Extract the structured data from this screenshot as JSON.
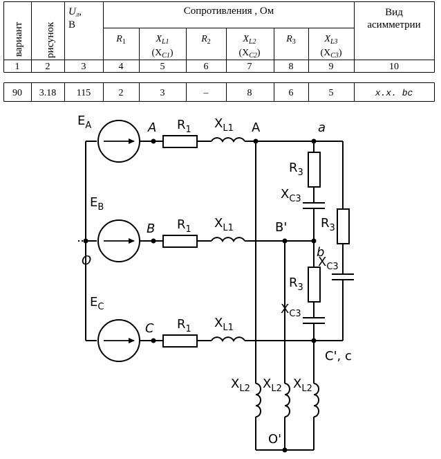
{
  "table": {
    "header": {
      "variant": "вариант",
      "figure": "рисунок",
      "voltage_symbol": "U",
      "voltage_subscript": "л",
      "voltage_comma": ",",
      "voltage_unit": "В",
      "resistances_title": "Сопротивления , Ом",
      "asymmetry_title_line1": "Вид",
      "asymmetry_title_line2": "асимметрии",
      "sub": [
        {
          "main": "R",
          "sub": "1"
        },
        {
          "main": "X",
          "sub": "L1",
          "alt_main": "(X",
          "alt_sub": "C1",
          "alt_close": ")"
        },
        {
          "main": "R",
          "sub": "2"
        },
        {
          "main": "X",
          "sub": "L2",
          "alt_main": "(X",
          "alt_sub": "C2",
          "alt_close": ")"
        },
        {
          "main": "R",
          "sub": "3"
        },
        {
          "main": "X",
          "sub": "L3",
          "alt_main": "(X",
          "alt_sub": "C3",
          "alt_close": ")"
        }
      ]
    },
    "column_numbers": [
      "1",
      "2",
      "3",
      "4",
      "5",
      "6",
      "7",
      "8",
      "9",
      "10"
    ],
    "row": [
      "90",
      "3.18",
      "115",
      "2",
      "3",
      "–",
      "8",
      "6",
      "5",
      "х.х. bc"
    ]
  },
  "circuit": {
    "labels": {
      "EA": {
        "main": "E",
        "sub": "A"
      },
      "EB": {
        "main": "E",
        "sub": "B"
      },
      "EC": {
        "main": "E",
        "sub": "C"
      },
      "R1_top": {
        "main": "R",
        "sub": "1"
      },
      "R1_mid": {
        "main": "R",
        "sub": "1"
      },
      "R1_bot": {
        "main": "R",
        "sub": "1"
      },
      "XL1_top": {
        "main": "X",
        "sub": "L1"
      },
      "XL1_mid": {
        "main": "X",
        "sub": "L1"
      },
      "XL1_bot": {
        "main": "X",
        "sub": "L1"
      },
      "R3_upper": {
        "main": "R",
        "sub": "3"
      },
      "R3_right": {
        "main": "R",
        "sub": "3"
      },
      "R3_lower": {
        "main": "R",
        "sub": "3"
      },
      "XC3_upper": {
        "main": "X",
        "sub": "C3"
      },
      "XC3_right": {
        "main": "X",
        "sub": "C3"
      },
      "XC3_lower": {
        "main": "X",
        "sub": "C3"
      },
      "XL2_1": {
        "main": "X",
        "sub": "L2"
      },
      "XL2_2": {
        "main": "X",
        "sub": "L2"
      },
      "XL2_3": {
        "main": "X",
        "sub": "L2"
      }
    },
    "nodes": {
      "A_src": "A",
      "B_src": "B",
      "C_src": "C",
      "A_load": "A",
      "B_load": "B'",
      "a": "a",
      "b": "b",
      "C_load": "C', c",
      "O": "O",
      "O_load": "O'"
    }
  }
}
